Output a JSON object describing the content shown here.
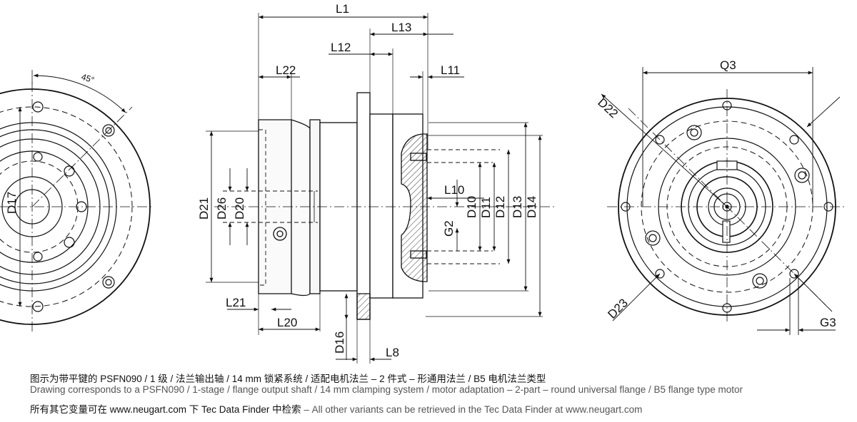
{
  "labels": {
    "angle": "45°",
    "D17": "D17",
    "L1": "L1",
    "L13": "L13",
    "L12": "L12",
    "L22": "L22",
    "L11": "L11",
    "L10": "L10",
    "D21": "D21",
    "D26": "D26",
    "D20": "D20",
    "G2": "G2",
    "D10": "D10",
    "D11": "D11",
    "D12": "D12",
    "D13": "D13",
    "D14": "D14",
    "L21": "L21",
    "L20": "L20",
    "D16": "D16",
    "L8": "L8",
    "Q3": "Q3",
    "D22": "D22",
    "D23": "D23",
    "G3": "G3"
  },
  "caption": {
    "chinese": "图示为带平键的 PSFN090 / 1 级 / 法兰输出轴 / 14 mm 锁紧系统 / 适配电机法兰 – 2 件式 – 形通用法兰 / B5 电机法兰类型",
    "english": "Drawing corresponds to a PSFN090 / 1-stage / flange output shaft / 14 mm clamping system / motor adaptation – 2-part – round universal flange / B5 flange type motor",
    "link_chinese": "所有其它变量可在 www.neugart.com 下 Tec Data Finder 中检索",
    "link_english": "– All other variants can be retrieved in the Tec Data Finder at www.neugart.com"
  }
}
